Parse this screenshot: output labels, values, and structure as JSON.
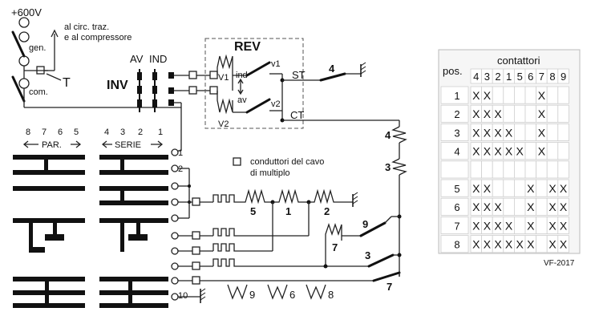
{
  "diagram": {
    "supply": "+600V",
    "gen": "gen.",
    "com": "com.",
    "aux": [
      "al circ. traz.",
      "e al compressore"
    ],
    "t_label": "T",
    "av": "AV",
    "ind_top": "IND",
    "inv": "INV",
    "rev": "REV",
    "v1a": "V1",
    "v1b": "v1",
    "ind": "ind",
    "av_small": "av",
    "v2a": "V2",
    "v2b": "v2",
    "st": "ST",
    "ct": "CT",
    "par": "PAR.",
    "serie": "SERIE",
    "par_nums": [
      "8",
      "7",
      "6",
      "5"
    ],
    "serie_nums": [
      "4",
      "3",
      "2",
      "1"
    ],
    "legend": [
      "conduttori del cavo",
      "di multiplo"
    ],
    "n1": "1",
    "n2": "2",
    "n10": "10",
    "c4a": "4",
    "c4b": "4",
    "c3a": "3",
    "c3b": "3",
    "c5": "5",
    "c1": "1",
    "c2": "2",
    "c9a": "9",
    "c7a": "7",
    "c7b": "7",
    "w9": "9",
    "w6": "6",
    "w8": "8"
  },
  "table": {
    "title": "contattori",
    "pos_header": "pos.",
    "cols": [
      "4",
      "3",
      "2",
      "1",
      "5",
      "6",
      "7",
      "8",
      "9"
    ],
    "rows": [
      {
        "pos": "1",
        "marks": [
          true,
          true,
          false,
          false,
          false,
          false,
          true,
          false,
          false
        ]
      },
      {
        "pos": "2",
        "marks": [
          true,
          true,
          true,
          false,
          false,
          false,
          true,
          false,
          false
        ]
      },
      {
        "pos": "3",
        "marks": [
          true,
          true,
          true,
          true,
          false,
          false,
          true,
          false,
          false
        ]
      },
      {
        "pos": "4",
        "marks": [
          true,
          true,
          true,
          true,
          true,
          false,
          true,
          false,
          false
        ]
      },
      {
        "pos": "",
        "marks": [
          false,
          false,
          false,
          false,
          false,
          false,
          false,
          false,
          false
        ]
      },
      {
        "pos": "5",
        "marks": [
          true,
          true,
          false,
          false,
          false,
          true,
          false,
          true,
          true
        ]
      },
      {
        "pos": "6",
        "marks": [
          true,
          true,
          true,
          false,
          false,
          true,
          false,
          true,
          true
        ]
      },
      {
        "pos": "7",
        "marks": [
          true,
          true,
          true,
          true,
          false,
          true,
          false,
          true,
          true
        ]
      },
      {
        "pos": "8",
        "marks": [
          true,
          true,
          true,
          true,
          true,
          true,
          false,
          true,
          true
        ]
      }
    ],
    "mark": "X",
    "credit": "VF-2017"
  }
}
